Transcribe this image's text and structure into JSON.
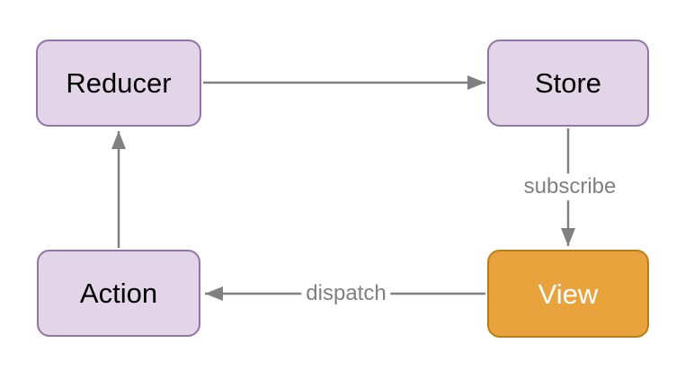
{
  "diagram": {
    "type": "flow-diagram",
    "nodes": {
      "reducer": {
        "label": "Reducer",
        "shape": "rounded-rectangle",
        "theme": "purple"
      },
      "store": {
        "label": "Store",
        "shape": "rounded-rectangle",
        "theme": "purple"
      },
      "action": {
        "label": "Action",
        "shape": "rounded-rectangle",
        "theme": "purple"
      },
      "view": {
        "label": "View",
        "shape": "rounded-rectangle",
        "theme": "orange"
      }
    },
    "edges": {
      "reducer_to_store": {
        "from": "Reducer",
        "to": "Store",
        "label": "",
        "arrow": "right"
      },
      "store_to_view": {
        "from": "Store",
        "to": "View",
        "label": "subscribe",
        "arrow": "down"
      },
      "view_to_action": {
        "from": "View",
        "to": "Action",
        "label": "dispatch",
        "arrow": "left"
      },
      "action_to_reducer": {
        "from": "Action",
        "to": "Reducer",
        "label": "",
        "arrow": "up"
      }
    }
  },
  "colors": {
    "node_purple_fill": "#e1d5e7",
    "node_purple_stroke": "#9673a6",
    "node_purple_text": "#000000",
    "node_orange_fill": "#e8a33d",
    "node_orange_stroke": "#b97c16",
    "node_orange_text": "#ffffff",
    "arrow": "#808080",
    "edge_label_text": "#808080",
    "background": "#ffffff"
  }
}
